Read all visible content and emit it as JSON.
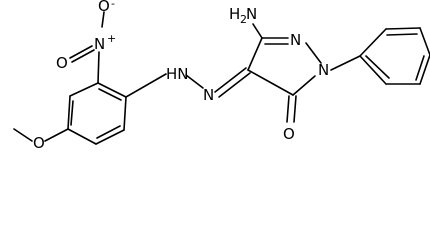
{
  "atoms": {
    "amine": {
      "text": "H",
      "sub": "2",
      "tail": "N"
    },
    "pyrazole_n1": "N",
    "pyrazole_n2": "N",
    "carbonyl_o": "O",
    "hydrazone_nh": "HN",
    "azo_n": "N",
    "nitro_n": "N",
    "nitro_charge_plus": "+",
    "nitro_o_top": "O",
    "nitro_o_top_charge": "-",
    "nitro_o_left": "O",
    "methoxy_o": "O"
  }
}
